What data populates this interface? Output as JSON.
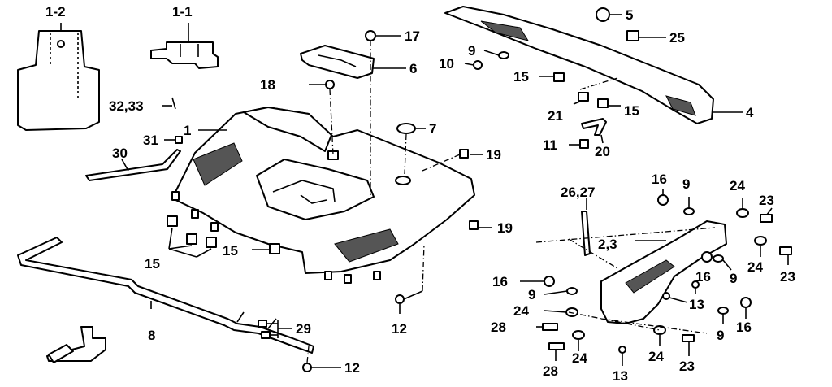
{
  "labels": {
    "l1_2": "1-2",
    "l1_1": "1-1",
    "l17": "17",
    "l5": "5",
    "l25": "25",
    "l9a": "9",
    "l10": "10",
    "l6": "6",
    "l18": "18",
    "l15a": "15",
    "l32_33": "32,33",
    "l1": "1",
    "l7": "7",
    "l21": "21",
    "l15b": "15",
    "l4": "4",
    "l31": "31",
    "l11": "11",
    "l20": "20",
    "l30": "30",
    "l19a": "19",
    "l16a": "16",
    "l9b": "9",
    "l24a": "24",
    "l23a": "23",
    "l26_27": "26,27",
    "l19b": "19",
    "l2_3": "2,3",
    "l15c": "15",
    "l15d": "15",
    "l24b": "24",
    "l23b": "23",
    "l16b": "16",
    "l9c": "9",
    "l16c": "16",
    "l9d": "9",
    "l13a": "13",
    "l24c": "24",
    "l28a": "28",
    "l8": "8",
    "l29": "29",
    "l12a": "12",
    "l9e": "9",
    "l16d": "16",
    "l24d": "24",
    "l28b": "28",
    "l24e": "24",
    "l23c": "23",
    "l12b": "12",
    "l13b": "13"
  },
  "icons": {
    "front_arrow": "front-direction-arrow-icon"
  }
}
